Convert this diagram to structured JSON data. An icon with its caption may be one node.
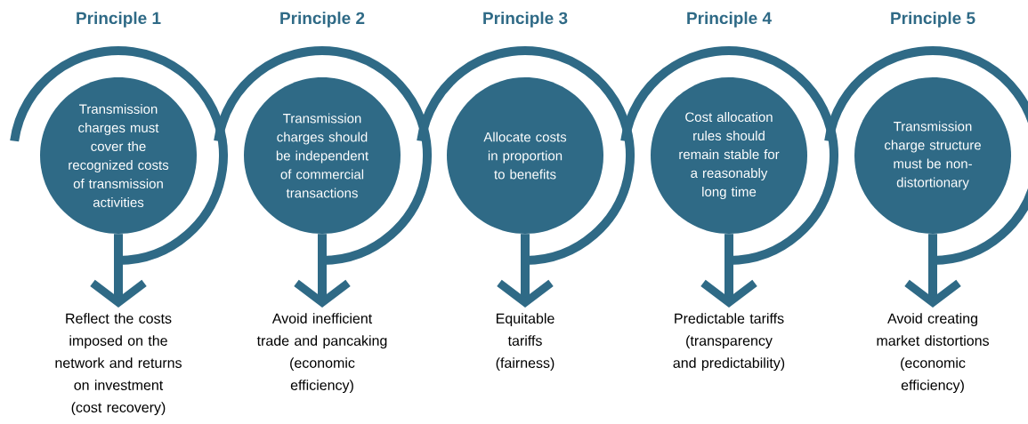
{
  "diagram": {
    "nodes": [
      {
        "text": [
          "Principle 1",
          "Transmission charges must cover the recognized costs of transmission activities"
        ]
      },
      {
        "text": [
          "Principle 2",
          "Transmission charges should be independent of commercial transactions"
        ]
      },
      {
        "text": [
          "Principle 3",
          "Allocate costs in proportion to benefits"
        ]
      },
      {
        "text": [
          "Principle 4",
          "Cost allocation rules should remain stable for a reasonably long time"
        ]
      },
      {
        "text": [
          "Principle 5",
          "Transmission charge structure must be non-distortionary"
        ]
      },
      {
        "text": [
          "Reflect the costs imposed on the network and returns on investment (cost recovery)"
        ]
      },
      {
        "text": [
          "Avoid inefficient trade and pancaking (economic efficiency)"
        ]
      },
      {
        "text": [
          "Equitable tariffs (fairness)"
        ]
      },
      {
        "text": [
          "Predictable tariffs (transparency and predictability)"
        ]
      },
      {
        "text": [
          "Avoid creating market distortions (economic efficiency)"
        ]
      }
    ],
    "edges": [
      {
        "from": 0,
        "to": 5,
        "arrow": "to"
      },
      {
        "from": 1,
        "to": 6,
        "arrow": "to"
      },
      {
        "from": 2,
        "to": 7,
        "arrow": "to"
      },
      {
        "from": 3,
        "to": 8,
        "arrow": "to"
      },
      {
        "from": 4,
        "to": 9,
        "arrow": "to"
      }
    ]
  }
}
